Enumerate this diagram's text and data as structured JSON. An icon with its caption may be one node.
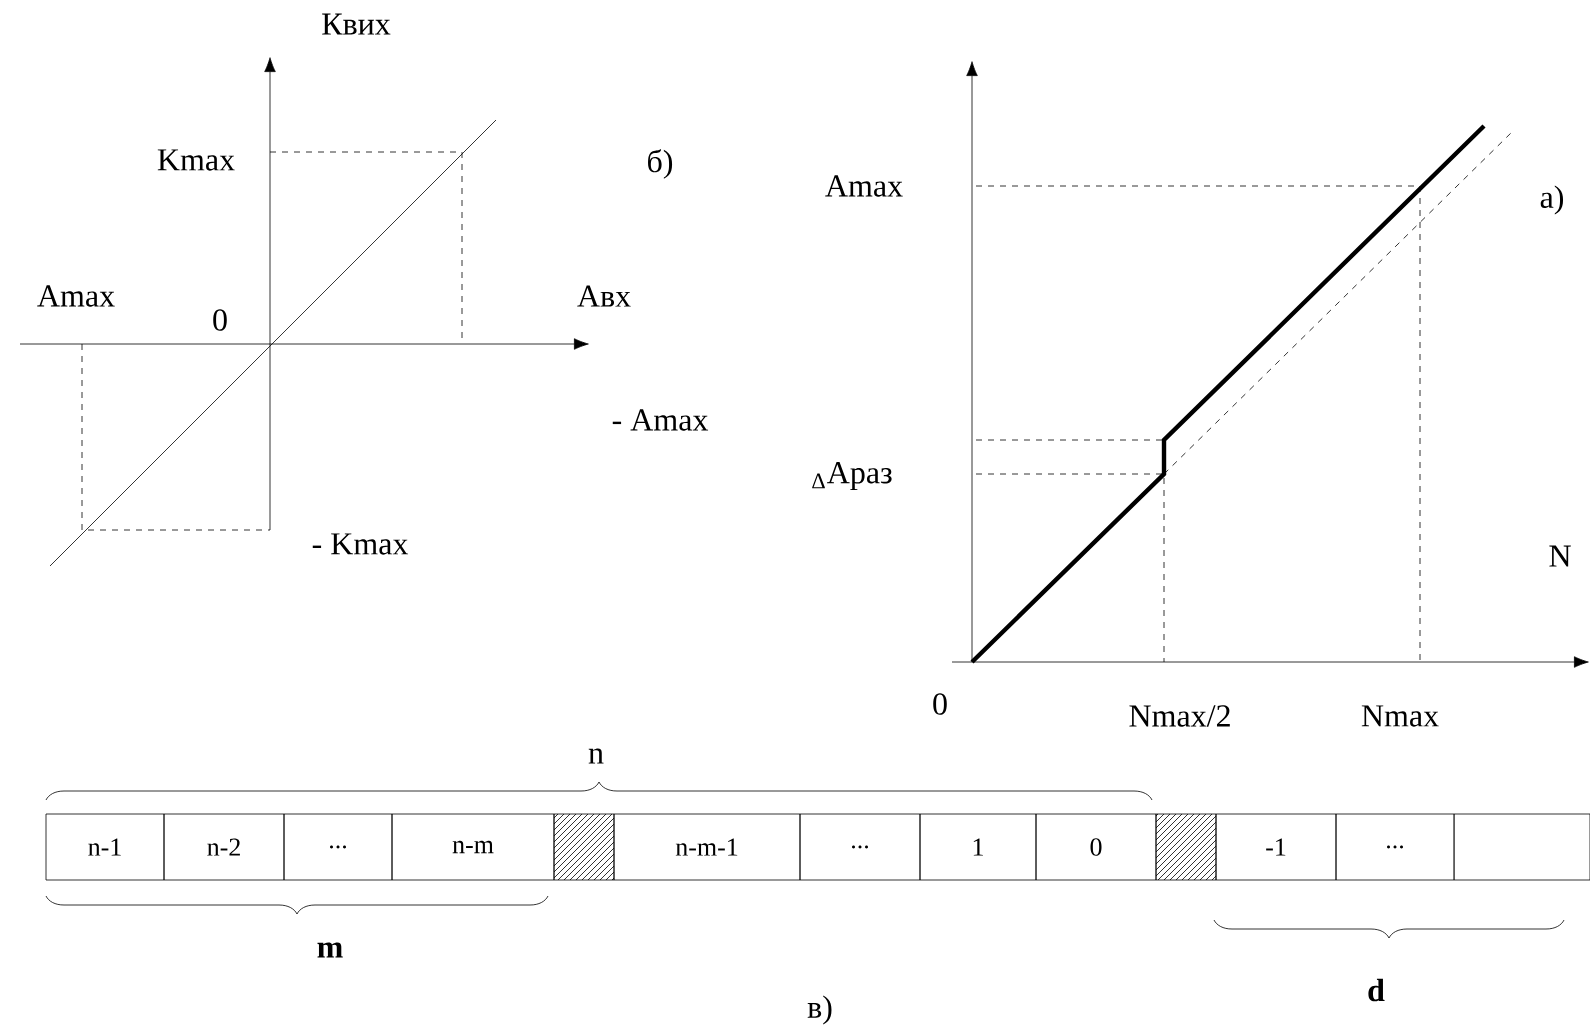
{
  "diagram": {
    "nodes": [
      {
        "text": [
          "n-1"
        ]
      },
      {
        "text": [
          "n-2"
        ]
      },
      {
        "text": [
          "..."
        ]
      },
      {
        "text": [
          "n-m"
        ]
      },
      {
        "text": [],
        "shape": "box"
      },
      {
        "text": [
          "n-m-1"
        ]
      },
      {
        "text": [
          "..."
        ]
      },
      {
        "text": [
          "1"
        ]
      },
      {
        "text": [
          "0"
        ]
      },
      {
        "text": [],
        "shape": "box"
      },
      {
        "text": [
          "-1"
        ]
      },
      {
        "text": [
          "..."
        ]
      },
      {
        "text": [],
        "shape": "box"
      }
    ],
    "labels": [
      "Квих",
      "Kmax",
      "б)",
      "Amax",
      "0",
      "Авх",
      "- Amax",
      "- Kmax",
      "Amax",
      "а)",
      "$_{Δ}$Араз",
      "N",
      "0",
      "Nmax/2",
      "Nmax",
      "n",
      "m",
      "d",
      "в)"
    ]
  }
}
